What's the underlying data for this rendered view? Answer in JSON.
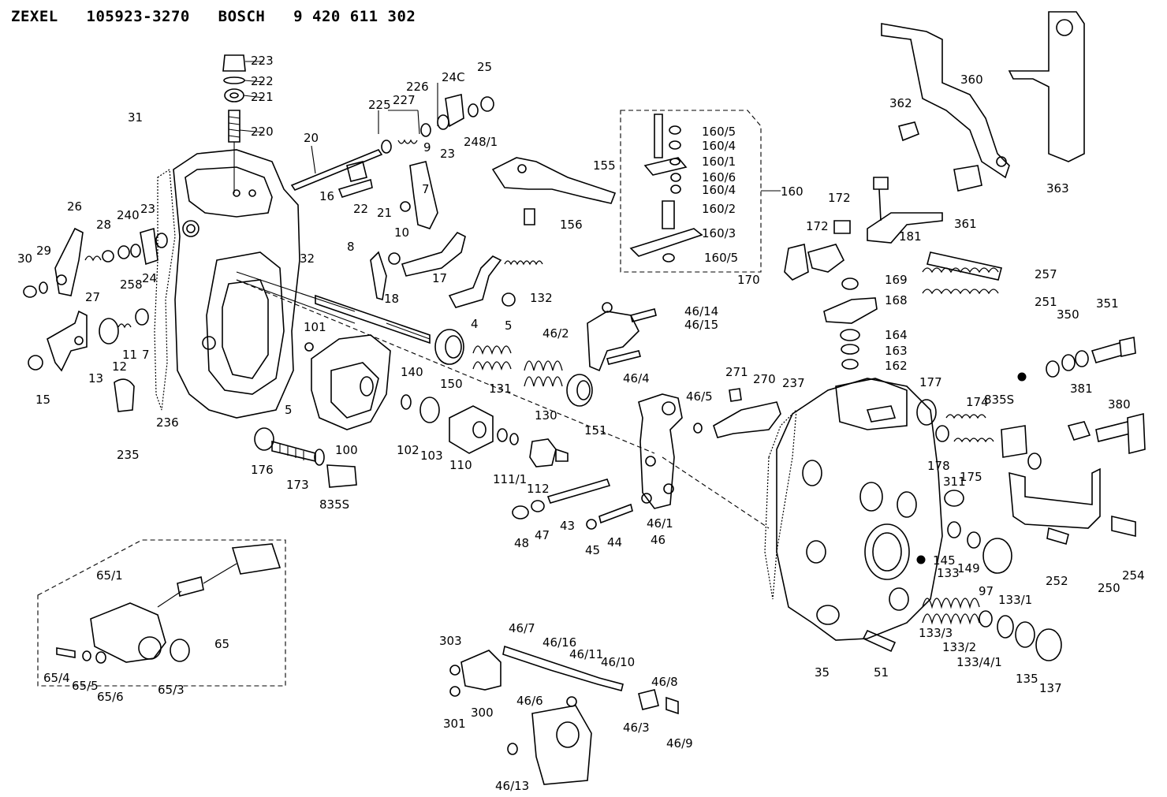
{
  "header": {
    "title": "ZEXEL   105923-3270   BOSCH   9 420 611 302"
  },
  "callouts": [
    {
      "text": "223"
    },
    {
      "text": "222"
    },
    {
      "text": "221"
    },
    {
      "text": "220"
    },
    {
      "text": "226"
    },
    {
      "text": "24C"
    },
    {
      "text": "25"
    },
    {
      "text": "225"
    },
    {
      "text": "227"
    },
    {
      "text": "23"
    },
    {
      "text": "248/1"
    },
    {
      "text": "9"
    },
    {
      "text": "31"
    },
    {
      "text": "20"
    },
    {
      "text": "16"
    },
    {
      "text": "22"
    },
    {
      "text": "21"
    },
    {
      "text": "7"
    },
    {
      "text": "10"
    },
    {
      "text": "26"
    },
    {
      "text": "28"
    },
    {
      "text": "240"
    },
    {
      "text": "23"
    },
    {
      "text": "29"
    },
    {
      "text": "30"
    },
    {
      "text": "27"
    },
    {
      "text": "258"
    },
    {
      "text": "24"
    },
    {
      "text": "32"
    },
    {
      "text": "8"
    },
    {
      "text": "18"
    },
    {
      "text": "17"
    },
    {
      "text": "132"
    },
    {
      "text": "4"
    },
    {
      "text": "5"
    },
    {
      "text": "13"
    },
    {
      "text": "12"
    },
    {
      "text": "11"
    },
    {
      "text": "7"
    },
    {
      "text": "15"
    },
    {
      "text": "236"
    },
    {
      "text": "235"
    },
    {
      "text": "101"
    },
    {
      "text": "140"
    },
    {
      "text": "150"
    },
    {
      "text": "131"
    },
    {
      "text": "130"
    },
    {
      "text": "151"
    },
    {
      "text": "5"
    },
    {
      "text": "100"
    },
    {
      "text": "102"
    },
    {
      "text": "103"
    },
    {
      "text": "110"
    },
    {
      "text": "111/1"
    },
    {
      "text": "112"
    },
    {
      "text": "176"
    },
    {
      "text": "173"
    },
    {
      "text": "835S"
    },
    {
      "text": "48"
    },
    {
      "text": "47"
    },
    {
      "text": "43"
    },
    {
      "text": "45"
    },
    {
      "text": "44"
    },
    {
      "text": "46/1"
    },
    {
      "text": "46"
    },
    {
      "text": "155"
    },
    {
      "text": "156"
    },
    {
      "text": "160/5"
    },
    {
      "text": "160/4"
    },
    {
      "text": "160/1"
    },
    {
      "text": "160/6"
    },
    {
      "text": "160/4"
    },
    {
      "text": "160/2"
    },
    {
      "text": "160/3"
    },
    {
      "text": "160/5"
    },
    {
      "text": "160"
    },
    {
      "text": "46/14"
    },
    {
      "text": "46/15"
    },
    {
      "text": "46/2"
    },
    {
      "text": "46/4"
    },
    {
      "text": "46/5"
    },
    {
      "text": "271"
    },
    {
      "text": "270"
    },
    {
      "text": "237"
    },
    {
      "text": "172"
    },
    {
      "text": "172"
    },
    {
      "text": "181"
    },
    {
      "text": "170"
    },
    {
      "text": "169"
    },
    {
      "text": "168"
    },
    {
      "text": "164"
    },
    {
      "text": "163"
    },
    {
      "text": "162"
    },
    {
      "text": "257"
    },
    {
      "text": "251"
    },
    {
      "text": "360"
    },
    {
      "text": "362"
    },
    {
      "text": "361"
    },
    {
      "text": "363"
    },
    {
      "text": "350"
    },
    {
      "text": "351"
    },
    {
      "text": "381"
    },
    {
      "text": "380"
    },
    {
      "text": "177"
    },
    {
      "text": "174"
    },
    {
      "text": "835S"
    },
    {
      "text": "178"
    },
    {
      "text": "175"
    },
    {
      "text": "311"
    },
    {
      "text": "145"
    },
    {
      "text": "149"
    },
    {
      "text": "97"
    },
    {
      "text": "133"
    },
    {
      "text": "133/1"
    },
    {
      "text": "133/3"
    },
    {
      "text": "133/2"
    },
    {
      "text": "133/4/1"
    },
    {
      "text": "135"
    },
    {
      "text": "137"
    },
    {
      "text": "252"
    },
    {
      "text": "250"
    },
    {
      "text": "254"
    },
    {
      "text": "35"
    },
    {
      "text": "51"
    },
    {
      "text": "65/1"
    },
    {
      "text": "65"
    },
    {
      "text": "65/4"
    },
    {
      "text": "65/5"
    },
    {
      "text": "65/6"
    },
    {
      "text": "65/3"
    },
    {
      "text": "303"
    },
    {
      "text": "301"
    },
    {
      "text": "300"
    },
    {
      "text": "46/7"
    },
    {
      "text": "46/16"
    },
    {
      "text": "46/11"
    },
    {
      "text": "46/10"
    },
    {
      "text": "46/6"
    },
    {
      "text": "46/8"
    },
    {
      "text": "46/3"
    },
    {
      "text": "46/9"
    },
    {
      "text": "46/13"
    }
  ]
}
